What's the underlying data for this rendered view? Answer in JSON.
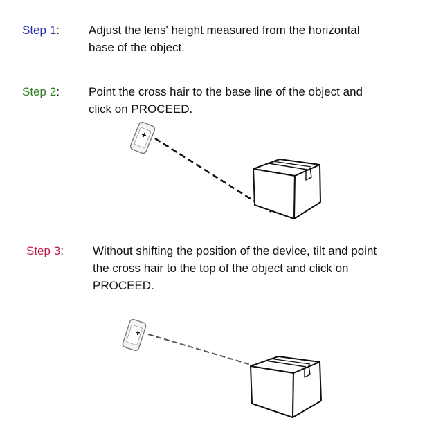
{
  "steps": [
    {
      "label_word": "Step",
      "label_num": "1",
      "colon": ":",
      "color": "#2d2db4",
      "lines": [
        "Adjust the lens' height measured from the horizontal",
        "base of the object."
      ]
    },
    {
      "label_word": "Step",
      "label_num": "2",
      "colon": ":",
      "color": "#2e7d1f",
      "lines": [
        "Point the cross hair to the base line of the object and",
        "click on PROCEED."
      ]
    },
    {
      "label_word": "Step",
      "label_num": "3",
      "colon": ":",
      "color": "#c0184a",
      "lines": [
        "Without shifting the position of the device, tilt and point",
        "the cross hair to the top of the object and click on",
        "PROCEED."
      ]
    }
  ],
  "illustrations": {
    "phone_icon": "phone-crosshair-icon",
    "box_icon": "cardboard-box-icon"
  }
}
